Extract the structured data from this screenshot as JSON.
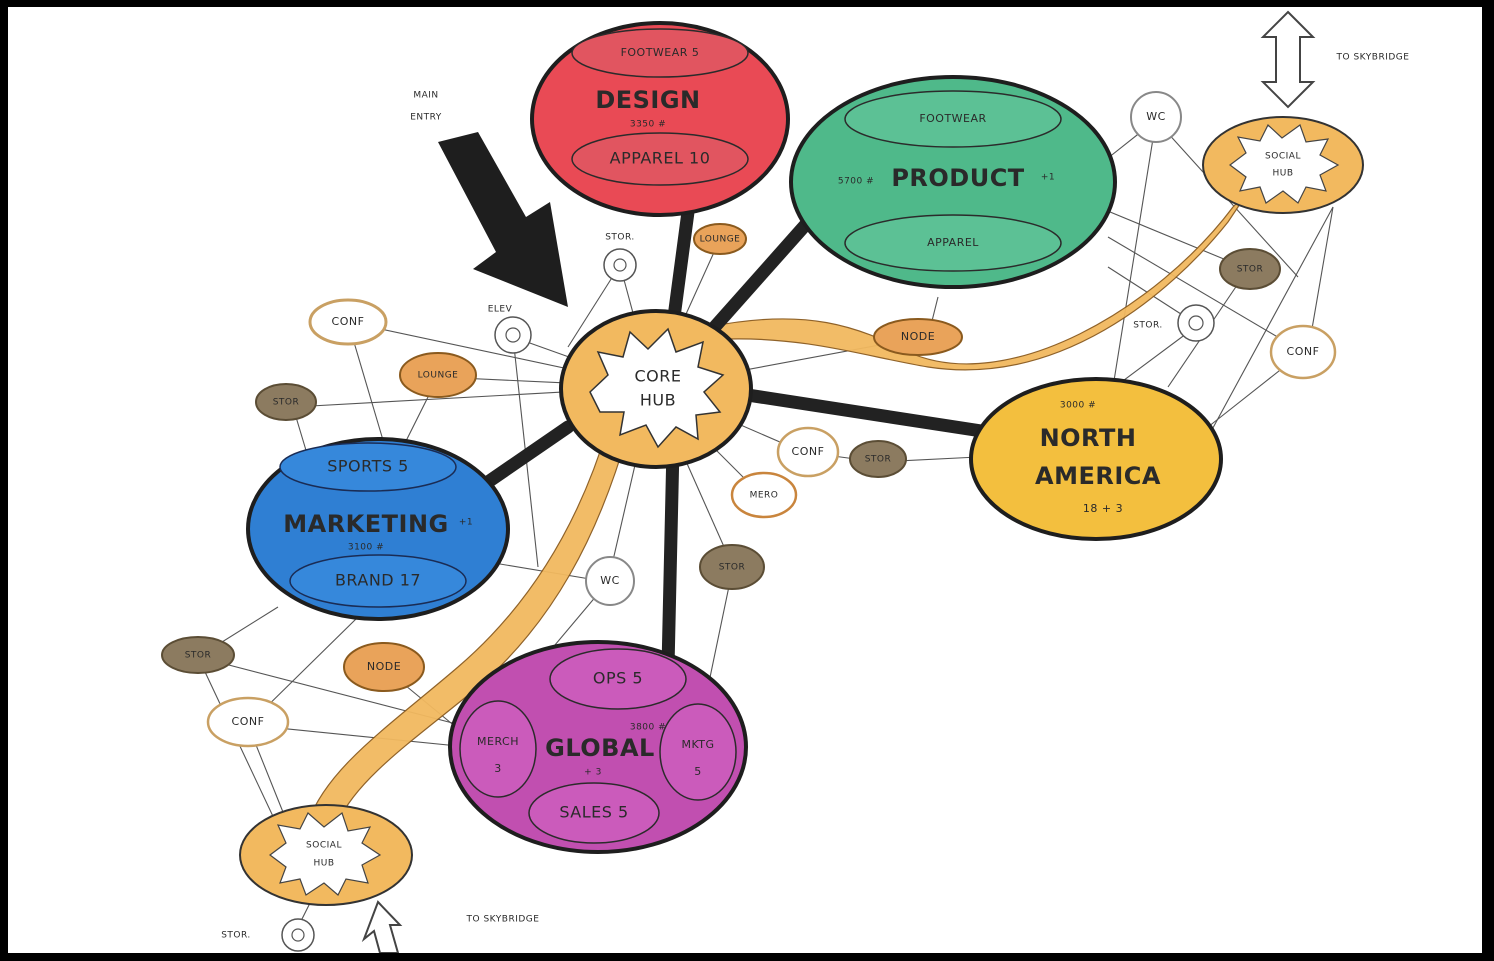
{
  "colors": {
    "design": "#e94a55",
    "product": "#4fb98a",
    "marketing": "#2f7fd3",
    "global": "#c14fb0",
    "north_america": "#f3bf3e",
    "hub": "#f2b95f",
    "beam": "#222222",
    "tan_node": "#8c7b60"
  },
  "annotations": {
    "main_entry_1": "MAIN",
    "main_entry_2": "ENTRY",
    "to_skybridge_top": "TO SKYBRIDGE",
    "to_skybridge_bottom": "TO SKYBRIDGE"
  },
  "core_hub": {
    "line1": "CORE",
    "line2": "HUB"
  },
  "social_hub_top": {
    "line1": "SOCIAL",
    "line2": "HUB"
  },
  "social_hub_bottom": {
    "line1": "SOCIAL",
    "line2": "HUB"
  },
  "design": {
    "title": "DESIGN",
    "top": "FOOTWEAR 5",
    "area": "3350 #",
    "bottom": "APPAREL 10"
  },
  "product": {
    "title": "PRODUCT",
    "area": "5700 #",
    "count": "+1",
    "top": "FOOTWEAR",
    "bottom": "APPAREL"
  },
  "marketing": {
    "title": "MARKETING",
    "count": "+1",
    "area": "3100 #",
    "top": "SPORTS 5",
    "bottom": "BRAND 17"
  },
  "north_america": {
    "area": "3000 #",
    "line1": "NORTH",
    "line2": "AMERICA",
    "count": "18 + 3"
  },
  "global": {
    "title": "GLOBAL",
    "area": "3800 #",
    "count": "+ 3",
    "top": "OPS 5",
    "left1": "MERCH",
    "left2": "3",
    "right1": "MKTG",
    "right2": "5",
    "bottom": "SALES 5"
  },
  "small_nodes": {
    "conf_top_left": "CONF",
    "lounge_left": "LOUNGE",
    "stor_left": "STOR",
    "lounge_top": "LOUNGE",
    "stor_top": "STOR.",
    "elev": "ELEV",
    "node_center": "NODE",
    "wc_top": "WC",
    "stor_right": "STOR",
    "stor_right_spiral": "STOR.",
    "conf_right": "CONF",
    "conf_mid": "CONF",
    "stor_mid": "STOR",
    "mero": "MERO",
    "stor_low": "STOR",
    "wc_low": "WC",
    "stor_low_left": "STOR",
    "node_low_left": "NODE",
    "conf_low_left": "CONF",
    "stor_bottom": "STOR."
  }
}
